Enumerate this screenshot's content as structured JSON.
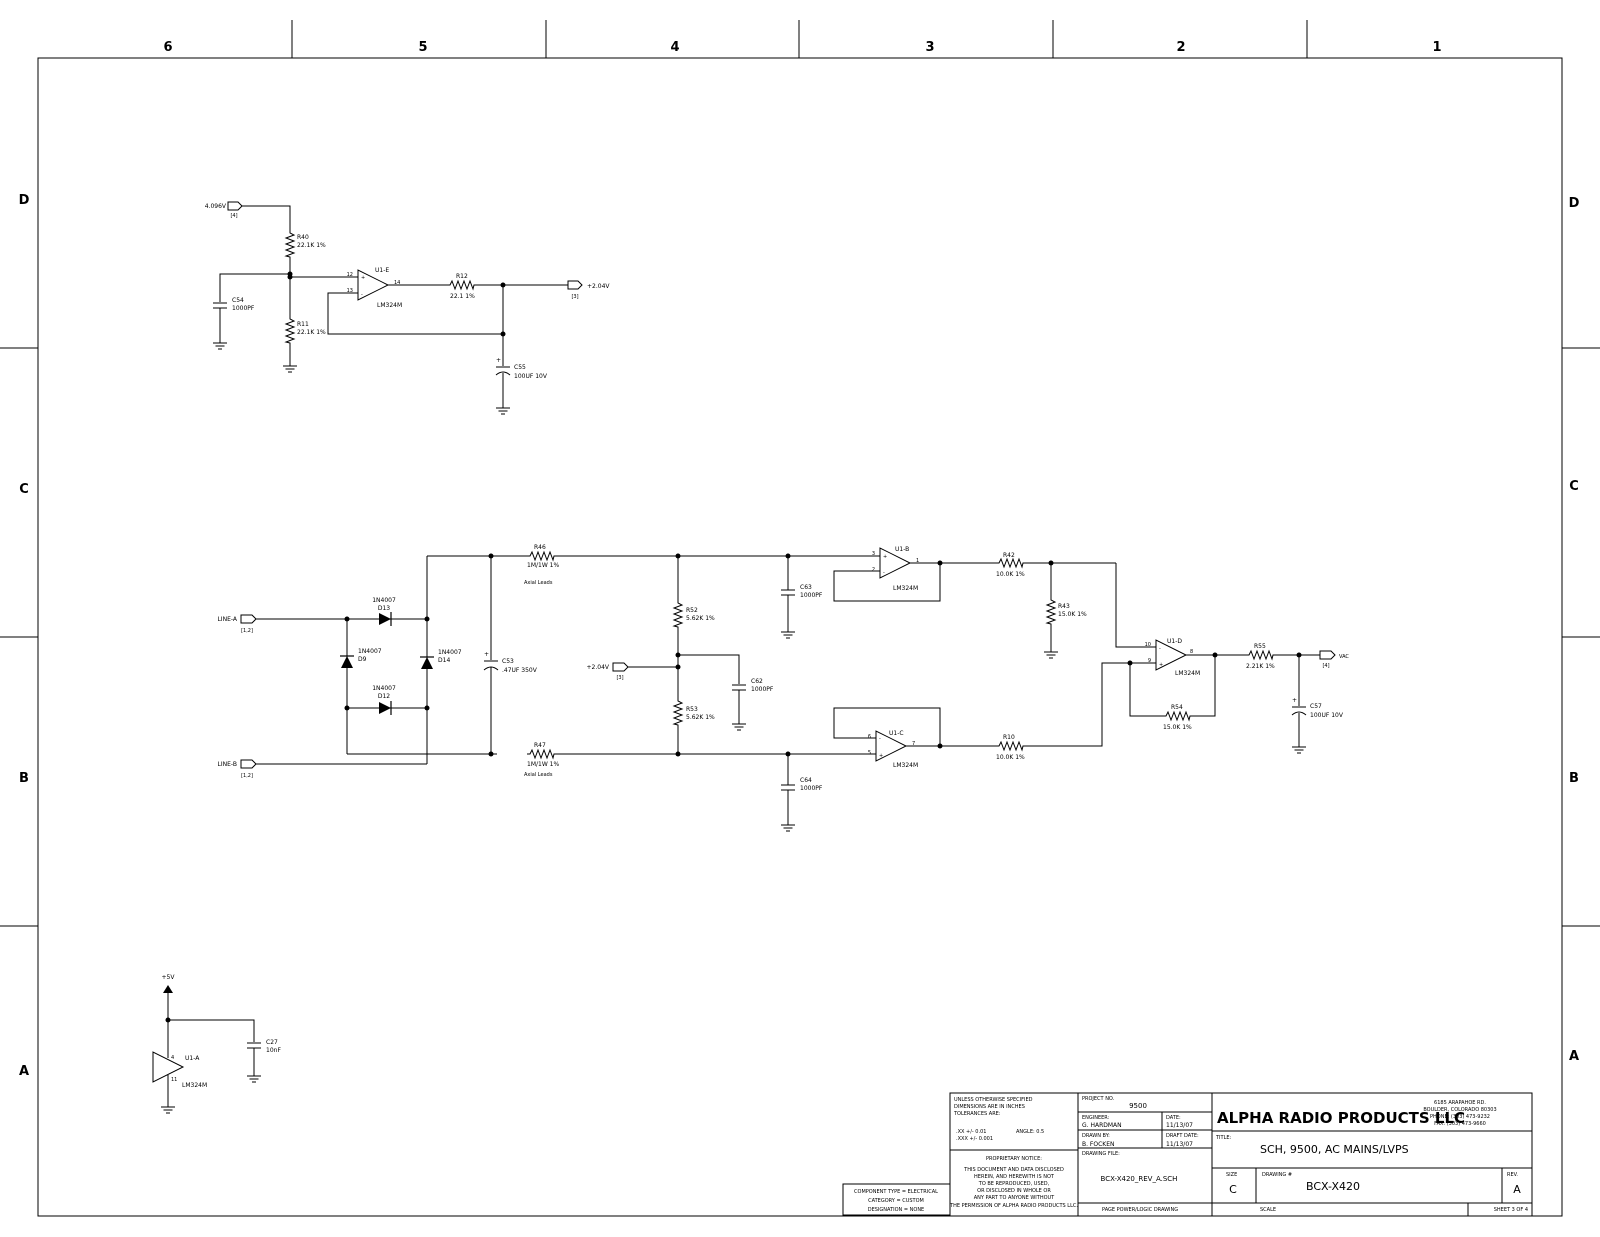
{
  "border": {
    "columns": [
      "6",
      "5",
      "4",
      "3",
      "2",
      "1"
    ],
    "rows": [
      "D",
      "C",
      "B",
      "A"
    ]
  },
  "circuit": {
    "ref_top": {
      "input_port": "4.096V",
      "input_sheet": "[4]",
      "r40_ref": "R40",
      "r40_val": "22.1K 1%",
      "r11_ref": "R11",
      "r11_val": "22.1K 1%",
      "c54_ref": "C54",
      "c54_val": "1000PF",
      "u1e_ref": "U1-E",
      "u1e_part": "LM324M",
      "u1e_pin_plus": "12",
      "u1e_pin_minus": "13",
      "u1e_pin_out": "14",
      "r12_ref": "R12",
      "r12_val": "22.1 1%",
      "output_port": "+2.04V",
      "output_sheet": "[3]",
      "c55_ref": "C55",
      "c55_val": "100UF 10V"
    },
    "rectifier": {
      "line_a": "LINE-A",
      "line_a_sheet": "[1,2]",
      "line_b": "LINE-B",
      "line_b_sheet": "[1,2]",
      "d13_part": "1N4007",
      "d13_ref": "D13",
      "d9_part": "1N4007",
      "d9_ref": "D9",
      "d14_part": "1N4007",
      "d14_ref": "D14",
      "d12_part": "1N4007",
      "d12_ref": "D12",
      "c53_ref": "C53",
      "c53_val": ".47UF 350V",
      "r46_ref": "R46",
      "r46_val": "1M/1W 1%",
      "r46_note": "Axial Leads",
      "r47_ref": "R47",
      "r47_val": "1M/1W 1%",
      "r47_note": "Axial Leads",
      "r52_ref": "R52",
      "r52_val": "5.62K 1%",
      "r53_ref": "R53",
      "r53_val": "5.62K 1%",
      "mid_port": "+2.04V",
      "mid_sheet": "[3]",
      "c62_ref": "C62",
      "c62_val": "1000PF",
      "c63_ref": "C63",
      "c63_val": "1000PF",
      "c64_ref": "C64",
      "c64_val": "1000PF"
    },
    "amps": {
      "u1b_ref": "U1-B",
      "u1b_part": "LM324M",
      "u1b_p3": "3",
      "u1b_p2": "2",
      "u1b_p1": "1",
      "u1c_ref": "U1-C",
      "u1c_part": "LM324M",
      "u1c_p6": "6",
      "u1c_p5": "5",
      "u1c_p7": "7",
      "r42_ref": "R42",
      "r42_val": "10.0K 1%",
      "r43_ref": "R43",
      "r43_val": "15.0K 1%",
      "r10_ref": "R10",
      "r10_val": "10.0K 1%",
      "u1d_ref": "U1-D",
      "u1d_part": "LM324M",
      "u1d_p10": "10",
      "u1d_p9": "9",
      "u1d_p8": "8",
      "r54_ref": "R54",
      "r54_val": "15.0K 1%",
      "r55_ref": "R55",
      "r55_val": "2.21K 1%",
      "c57_ref": "C57",
      "c57_val": "100UF 10V",
      "vac_port": "VAC",
      "vac_sheet": "[4]"
    },
    "power": {
      "rail": "+5V",
      "u1a_ref": "U1-A",
      "u1a_part": "LM324M",
      "pin_vcc": "4",
      "pin_gnd": "11",
      "c27_ref": "C27",
      "c27_val": "10nF"
    }
  },
  "title_block": {
    "component_type": "COMPONENT TYPE = ELECTRICAL",
    "category": "CATEGORY = CUSTOM",
    "designation": "DESIGNATION = NONE",
    "unless_specified": "UNLESS OTHERWISE SPECIFIED",
    "dimensions": "DIMENSIONS ARE IN INCHES",
    "tolerances": "TOLERANCES ARE:",
    "tol_xx": ".XX +/- 0.01",
    "tol_xxx": ".XXX +/- 0.001",
    "tol_angle": "ANGLE: 0.5",
    "proprietary_title": "PROPRIETARY NOTICE:",
    "proprietary_lines": [
      "THIS DOCUMENT AND DATA DISCLOSED",
      "HEREIN, AND HEREWITH IS NOT",
      "TO BE REPRODUCED, USED,",
      "OR DISCLOSED IN WHOLE OR",
      "ANY PART TO ANYONE WITHOUT",
      "THE PERMISSION OF ALPHA RADIO PRODUCTS LLC."
    ],
    "project_no_label": "PROJECT NO.",
    "project_no": "9500",
    "engineer_label": "ENGINEER:",
    "engineer": "G. HARDMAN",
    "date_label": "DATE:",
    "date": "11/13/07",
    "drawn_by_label": "DRAWN BY:",
    "drawn_by": "B. FOCKEN",
    "draft_date_label": "DRAFT DATE:",
    "draft_date": "11/13/07",
    "drawing_file_label": "DRAWING FILE:",
    "drawing_file": "BCX-X420_REV_A.SCH",
    "page_note": "PAGE POWER/LOGIC DRAWING",
    "company": "ALPHA RADIO PRODUCTS LLC",
    "address_lines": [
      "6185 ARAPAHOE RD.",
      "BOULDER, COLORADO 80303",
      "PHONE: (303) 473-9232",
      "FAX: (303) 473-9660"
    ],
    "title_label": "TITLE:",
    "title": "SCH, 9500, AC MAINS/LVPS",
    "size_label": "SIZE",
    "size": "C",
    "drawing_no_label": "DRAWING #",
    "drawing_no": "BCX-X420",
    "rev_label": "REV.",
    "rev": "A",
    "scale_label": "SCALE",
    "sheet": "SHEET 3 OF 4"
  }
}
